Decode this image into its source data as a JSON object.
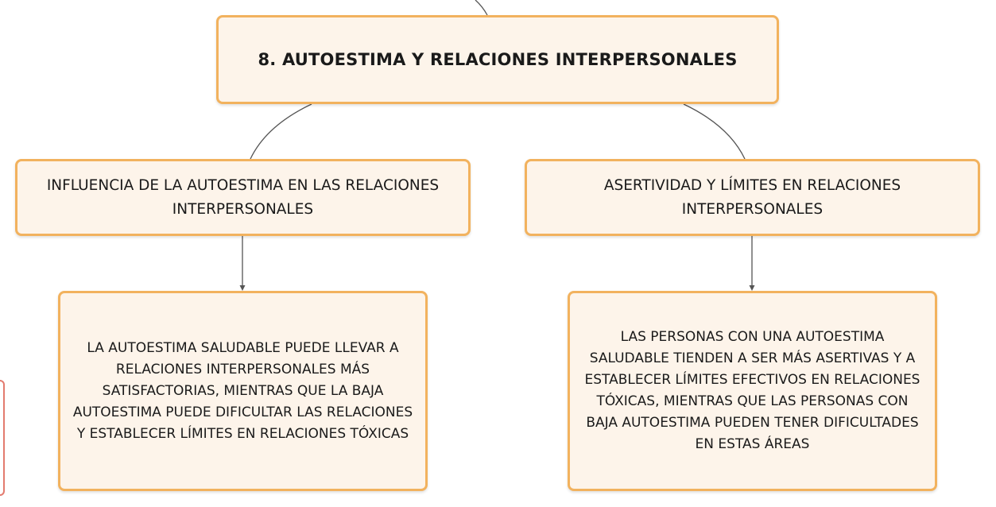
{
  "diagram": {
    "title": "8. AUTOESTIMA Y RELACIONES INTERPERSONALES",
    "branches": [
      {
        "label": "INFLUENCIA DE LA AUTOESTIMA EN LAS RELACIONES INTERPERSONALES",
        "detail": "LA AUTOESTIMA SALUDABLE PUEDE LLEVAR A RELACIONES INTERPERSONALES MÁS SATISFACTORIAS, MIENTRAS QUE LA BAJA AUTOESTIMA PUEDE DIFICULTAR LAS RELACIONES Y ESTABLECER LÍMITES EN RELACIONES TÓXICAS"
      },
      {
        "label": "ASERTIVIDAD Y LÍMITES EN RELACIONES INTERPERSONALES",
        "detail": "LAS PERSONAS CON UNA AUTOESTIMA SALUDABLE TIENDEN A SER MÁS ASERTIVAS Y A ESTABLECER LÍMITES EFECTIVOS EN RELACIONES TÓXICAS, MIENTRAS QUE LAS PERSONAS CON BAJA AUTOESTIMA PUEDEN TENER DIFICULTADES EN ESTAS ÁREAS"
      }
    ]
  },
  "colors": {
    "node_fill": "#fdf4ea",
    "node_border": "#f2b25e",
    "connector": "#555555",
    "side_tab_border": "#e37b6f"
  }
}
